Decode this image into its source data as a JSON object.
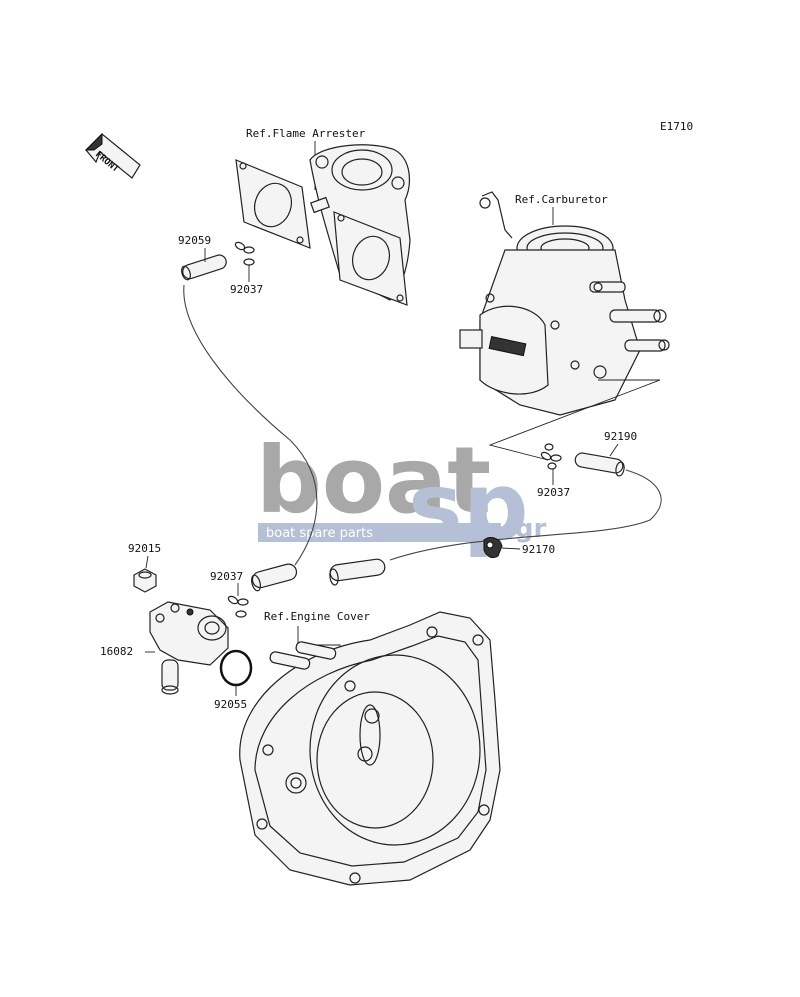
{
  "figure_code": "E1710",
  "front_arrow_text": "FRONT",
  "refs": {
    "flame_arrester": "Ref.Flame Arrester",
    "carburetor": "Ref.Carburetor",
    "engine_cover": "Ref.Engine Cover"
  },
  "parts": {
    "p92059": "92059",
    "p92037_top": "92037",
    "p92037_right": "92037",
    "p92037_left": "92037",
    "p92190": "92190",
    "p92170": "92170",
    "p92015": "92015",
    "p16082": "16082",
    "p92055": "92055"
  },
  "watermark": {
    "brand_a": "boat",
    "brand_b": "sp",
    "domain": ".gr",
    "tagline": "boat spare parts",
    "colors": {
      "grey": "#9a9a9a",
      "blue": "#a9b6cf"
    }
  }
}
